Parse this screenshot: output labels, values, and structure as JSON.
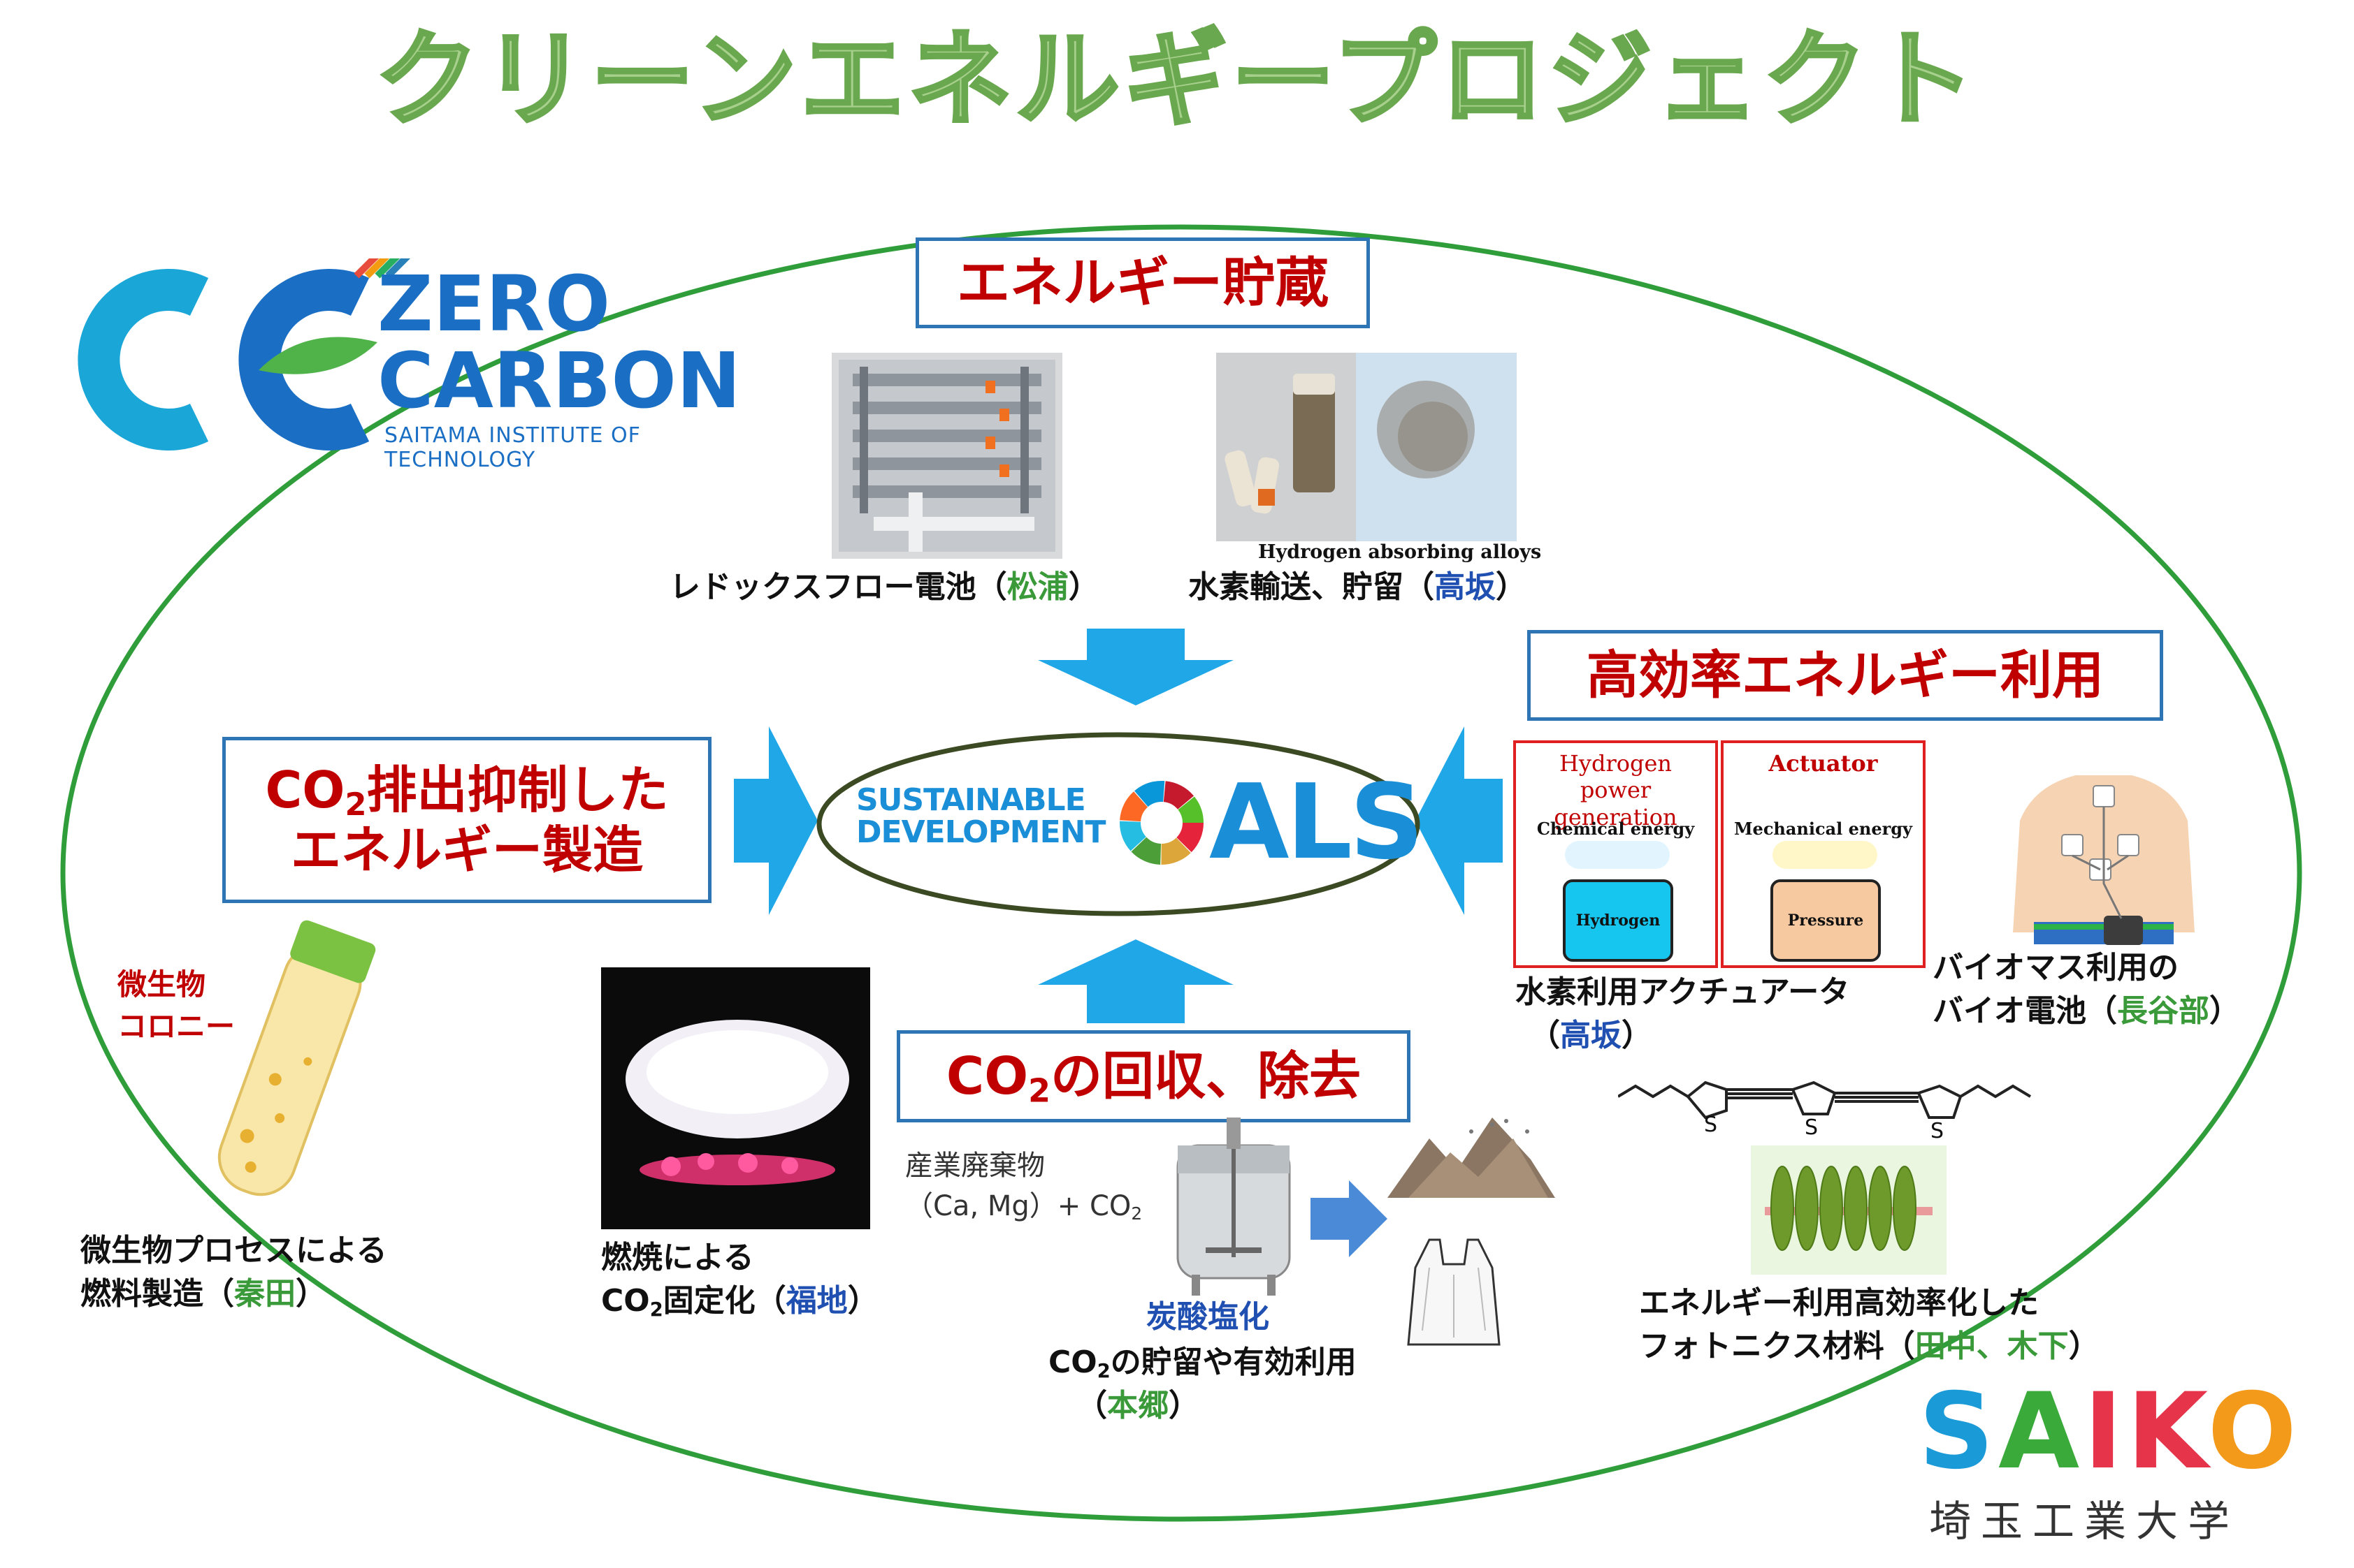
{
  "title": "クリーンエネルギープロジェクト",
  "zero_carbon": {
    "line1": "ZERO",
    "line2": "CARBON",
    "sub": "SAITAMA INSTITUTE OF TECHNOLOGY"
  },
  "sections": {
    "energy_storage": "エネルギー貯蔵",
    "high_efficiency": "高効率エネルギー利用",
    "co2_manufacturing_line1_pre": "CO",
    "co2_manufacturing_line1_sub": "2",
    "co2_manufacturing_line1_post": "排出抑制した",
    "co2_manufacturing_line2": "エネルギー製造",
    "co2_capture_pre": "CO",
    "co2_capture_sub": "2",
    "co2_capture_post": "の回収、除去"
  },
  "sdg": {
    "line1": "SUSTAINABLE",
    "line2": "DEVELOPMENT",
    "goals_g": "G",
    "goals_rest": "ALS"
  },
  "storage": {
    "redox_caption": "レドックスフロー電池（",
    "redox_name": "松浦",
    "redox_close": "）",
    "hydrogen_photo_label": "Hydrogen absorbing alloys",
    "hydrogen_caption": "水素輸送、貯留（",
    "hydrogen_name": "高坂",
    "hydrogen_close": "）"
  },
  "actuator": {
    "hydrogen_title_1": "Hydrogen",
    "hydrogen_title_2": "power generation",
    "chemical_energy": "Chemical energy",
    "hydrogen_box": "Hydrogen",
    "actuator_title": "Actuator",
    "mechanical_energy": "Mechanical energy",
    "pressure_box": "Pressure",
    "caption_1": "水素利用アクチュアータ",
    "caption_2_open": "（",
    "caption_2_name": "高坂",
    "caption_2_close": "）"
  },
  "biofuel": {
    "caption_1": "バイオマス利用の",
    "caption_2": "バイオ電池（",
    "caption_2_name": "長谷部",
    "caption_2_close": "）"
  },
  "photonics": {
    "caption_1": "エネルギー利用高効率化した",
    "caption_2": "フォトニクス材料（",
    "caption_2_name": "田中、木下",
    "caption_2_close": "）",
    "atom_s": "S"
  },
  "microbe": {
    "colony_1": "微生物",
    "colony_2": "コロニー",
    "caption_1": "微生物プロセスによる",
    "caption_2": "燃料製造（",
    "caption_2_name": "秦田",
    "caption_2_close": "）"
  },
  "combustion": {
    "caption_1": "燃焼による",
    "caption_2_pre": "CO",
    "caption_2_sub": "2",
    "caption_2_post": "固定化（",
    "caption_2_name": "福地",
    "caption_2_close": "）"
  },
  "carbonation": {
    "waste_1": "産業廃棄物",
    "waste_2_a": "（Ca, Mg）+ CO",
    "waste_2_sub": "2",
    "label": "炭酸塩化",
    "caption_1_pre": "CO",
    "caption_1_sub": "2",
    "caption_1_post": "の貯留や有効利用",
    "caption_2_open": "（",
    "caption_2_name": "本郷",
    "caption_2_close": "）"
  },
  "saiko": {
    "logo_s": "S",
    "logo_a": "A",
    "logo_i": "I",
    "logo_k": "K",
    "logo_o": "O",
    "university": "埼玉工業大学"
  },
  "colors": {
    "section_text": "#c00000",
    "section_border": "#2e75b6",
    "arrow": "#1fa7e8",
    "oval": "#2f9e3a",
    "name_green": "#3a9a3a",
    "name_blue": "#1f4fb0"
  }
}
